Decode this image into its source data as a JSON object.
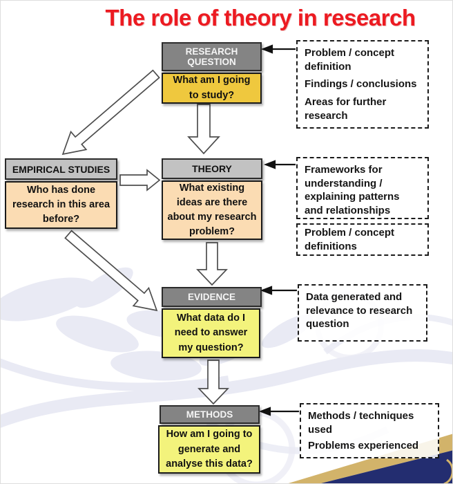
{
  "title": "The role of theory in research",
  "colors": {
    "title_red": "#ec1a21",
    "header_dark_gray": "#848484",
    "header_light_gray": "#c2c2c2",
    "gold_box": "#efc83e",
    "peach_box": "#fbdcb3",
    "yellow_box": "#f3f37c",
    "corner_navy": "#232d70",
    "corner_gold": "#d2b36a",
    "watermark": "#e9eaf4"
  },
  "flow": {
    "research_question": {
      "header": "RESEARCH QUESTION",
      "question": "What am I going to study?"
    },
    "empirical_studies": {
      "header": "EMPIRICAL STUDIES",
      "question": "Who has done research in this area before?"
    },
    "theory": {
      "header": "THEORY",
      "question": "What existing ideas are there about my research problem?"
    },
    "evidence": {
      "header": "EVIDENCE",
      "question": "What data do I need to answer my question?"
    },
    "methods": {
      "header": "METHODS",
      "question": "How am I going to generate and analyse this data?"
    }
  },
  "notes": {
    "research_question": {
      "items": [
        "Problem / concept definition",
        "Findings / conclusions",
        "Areas for further research"
      ]
    },
    "theory_frameworks": "Frameworks for understanding / explaining patterns and relationships",
    "theory_problem": "Problem / concept definitions",
    "evidence": "Data generated and relevance to research question",
    "methods": {
      "items": [
        "Methods / techniques used",
        "Problems experienced"
      ]
    }
  }
}
